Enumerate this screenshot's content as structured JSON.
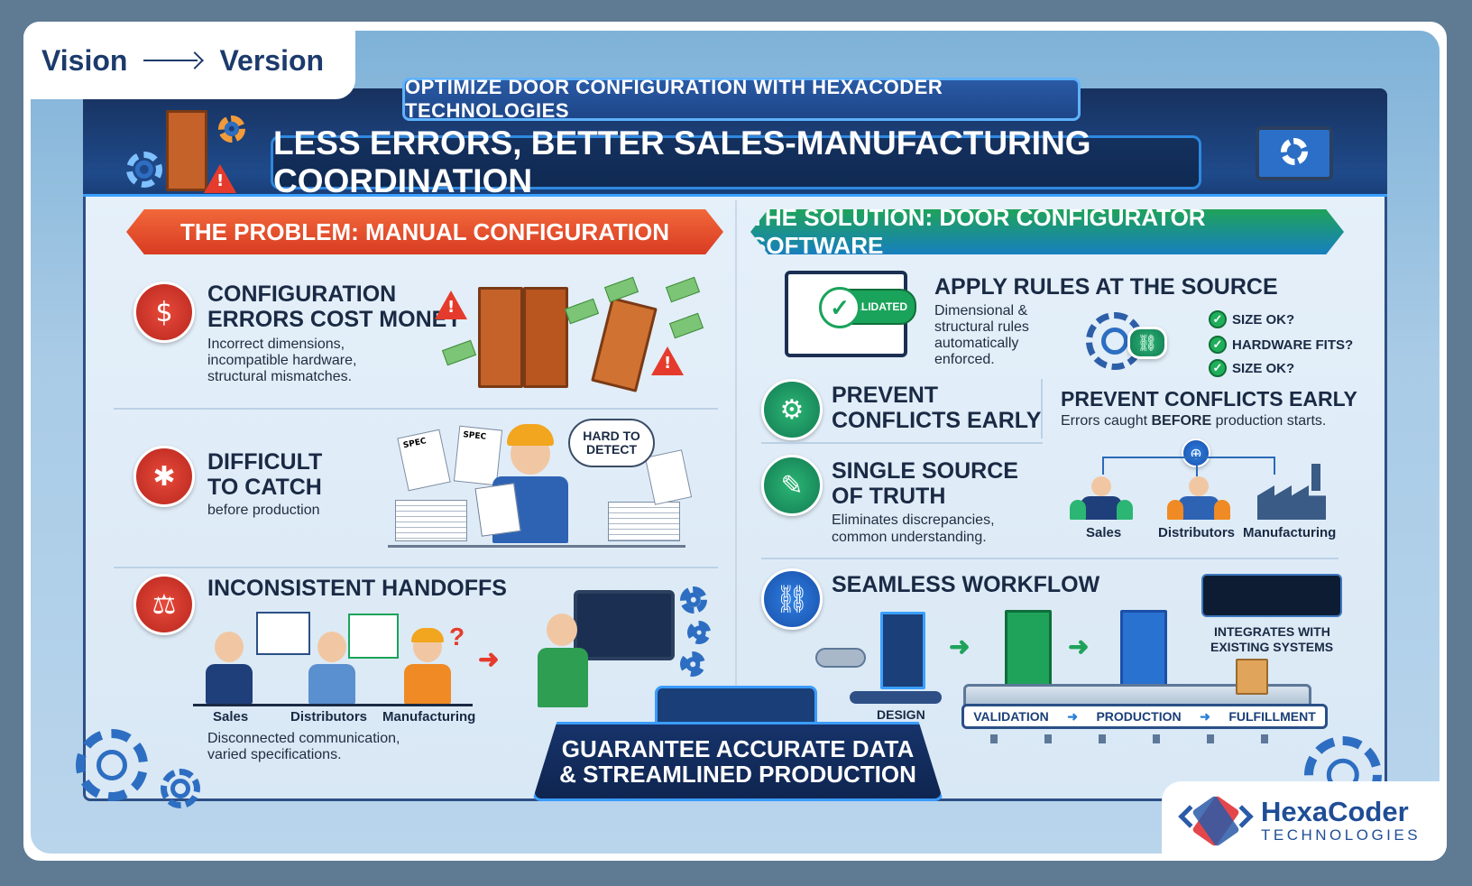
{
  "brand_top": {
    "left": "Vision",
    "right": "Version"
  },
  "header": {
    "subtitle": "OPTIMIZE DOOR CONFIGURATION WITH HEXACODER TECHNOLOGIES",
    "title": "LESS ERRORS, BETTER SALES-MANUFACTURING COORDINATION"
  },
  "problem": {
    "banner": "THE PROBLEM: MANUAL CONFIGURATION",
    "items": [
      {
        "title_line1": "CONFIGURATION",
        "title_line2": "ERRORS COST MONEY",
        "desc_line1": "Incorrect dimensions,",
        "desc_line2": "incompatible hardware,",
        "desc_line3": "structural mismatches."
      },
      {
        "title_line1": "DIFFICULT",
        "title_line2": "TO CATCH",
        "desc_line1": "before production",
        "bubble_line1": "HARD TO",
        "bubble_line2": "DETECT",
        "doc_label": "SPEC"
      },
      {
        "title": "INCONSISTENT HANDOFFS",
        "roles": [
          "Sales",
          "Distributors",
          "Manufacturing"
        ],
        "desc_line1": "Disconnected communication,",
        "desc_line2": "varied specifications."
      }
    ]
  },
  "solution": {
    "banner": "THE SOLUTION: DOOR CONFIGURATOR SOFTWARE",
    "apply": {
      "title": "APPLY RULES AT THE SOURCE",
      "desc_line1": "Dimensional &",
      "desc_line2": "structural rules",
      "desc_line3": "automatically",
      "desc_line4": "enforced.",
      "badge": "VALIDATED",
      "checks": [
        "SIZE OK?",
        "HARDWARE FITS?",
        "SIZE OK?"
      ]
    },
    "prevent": {
      "title_line1": "PREVENT",
      "title_line2": "CONFLICTS EARLY",
      "right_title": "PREVENT CONFLICTS EARLY",
      "right_desc_pre": "Errors caught ",
      "right_desc_bold": "BEFORE",
      "right_desc_post": " production starts."
    },
    "truth": {
      "title_line1": "SINGLE SOURCE",
      "title_line2": "OF TRUTH",
      "desc_line1": "Eliminates discrepancies,",
      "desc_line2": "common understanding.",
      "roles": [
        "Sales",
        "Distributors",
        "Manufacturing"
      ]
    },
    "workflow": {
      "title": "SEAMLESS WORKFLOW",
      "design": "DESIGN",
      "stages": [
        "VALIDATION",
        "PRODUCTION",
        "FULFILLMENT"
      ],
      "integrates_line1": "INTEGRATES WITH",
      "integrates_line2": "EXISTING SYSTEMS"
    }
  },
  "bottom_banner": {
    "line1": "GUARANTEE ACCURATE DATA",
    "line2": "& STREAMLINED PRODUCTION"
  },
  "brand_bottom": {
    "name": "HexaCoder",
    "sub": "TECHNOLOGIES"
  },
  "icons": {
    "money_bag": "money-bag-icon",
    "bug": "bug-icon",
    "handoff": "handoff-icon",
    "link": "link-icon",
    "document_check": "document-check-icon",
    "chain": "chain-icon"
  },
  "colors": {
    "problem": "#e0442a",
    "solution": "#1fa35a",
    "navy": "#17315e",
    "accent": "#3aa0ff"
  }
}
